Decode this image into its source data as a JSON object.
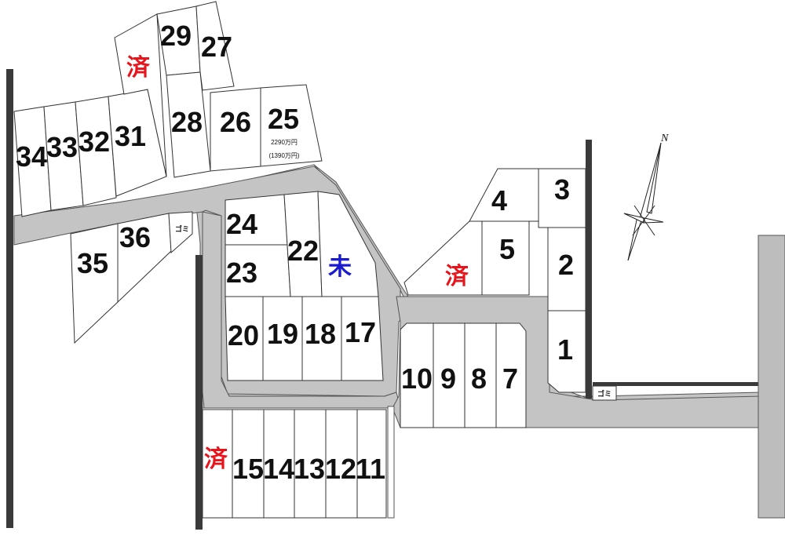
{
  "map": {
    "lots": [
      "1",
      "2",
      "3",
      "4",
      "5",
      "7",
      "8",
      "9",
      "10",
      "11",
      "12",
      "13",
      "14",
      "15",
      "17",
      "18",
      "19",
      "20",
      "22",
      "23",
      "24",
      "25",
      "26",
      "27",
      "28",
      "29",
      "31",
      "32",
      "33",
      "34",
      "35",
      "36"
    ],
    "lot_25_price": "2290万円",
    "lot_25_price_alt": "(1390万円)",
    "sold_label": "済",
    "unsold_label": "未",
    "garbage_label": "ゴミ",
    "compass_label": "N",
    "colors": {
      "sold": "#e8141c",
      "unsold": "#1a1ad0",
      "road": "#c4c4c4",
      "lot_number": "#111111"
    }
  }
}
